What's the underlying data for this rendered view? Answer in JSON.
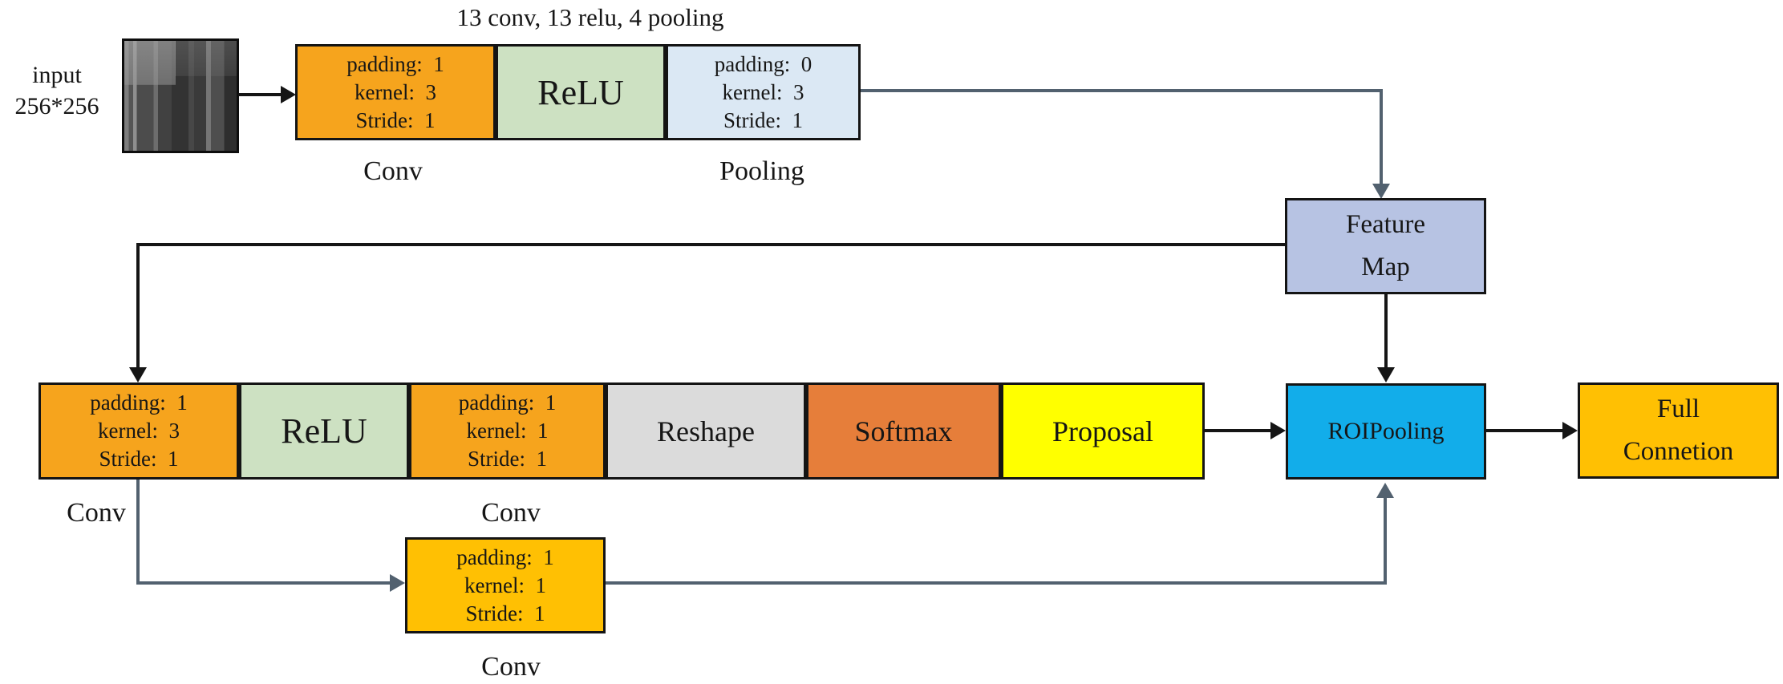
{
  "diagram_title": "13 conv, 13 relu, 4 pooling",
  "input": {
    "line1": "input",
    "line2": "256*256"
  },
  "top_row": {
    "conv": {
      "lines": [
        "padding:  1",
        "kernel:  3",
        "Stride:  1"
      ],
      "label": "Conv"
    },
    "relu": {
      "label": "ReLU"
    },
    "pooling": {
      "lines": [
        "padding:  0",
        "kernel:  3",
        "Stride:  1"
      ],
      "label": "Pooling"
    }
  },
  "feature_map": {
    "line1": "Feature",
    "line2": "Map"
  },
  "bottom_row": {
    "conv_k3": {
      "lines": [
        "padding:  1",
        "kernel:  3",
        "Stride:  1"
      ],
      "label": "Conv"
    },
    "relu": {
      "label": "ReLU"
    },
    "conv_k1": {
      "lines": [
        "padding:  1",
        "kernel:  1",
        "Stride:  1"
      ],
      "label": "Conv"
    },
    "reshape": {
      "label": "Reshape"
    },
    "softmax": {
      "label": "Softmax"
    },
    "proposal": {
      "label": "Proposal"
    },
    "roipooling": {
      "label": "ROIPooling"
    },
    "full_connection": {
      "line1": "Full",
      "line2": "Connetion"
    }
  },
  "branch_conv": {
    "lines": [
      "padding:  1",
      "kernel:  1",
      "Stride:  1"
    ],
    "label": "Conv"
  },
  "colors": {
    "conv_orange": "#F6A41D",
    "branch_orange": "#FFC003",
    "relu_green": "#CDE1C2",
    "pooling_blue": "#DBE8F4",
    "feature_map_blue": "#B7C3E3",
    "roipooling_cyan": "#12ADEA",
    "softmax_orange": "#E67E3A",
    "proposal_yellow": "#FFFF00",
    "reshape_gray": "#DBDBDB",
    "full_connection_amber": "#FFC003",
    "line_black": "#151515",
    "line_slate": "#52616F"
  }
}
